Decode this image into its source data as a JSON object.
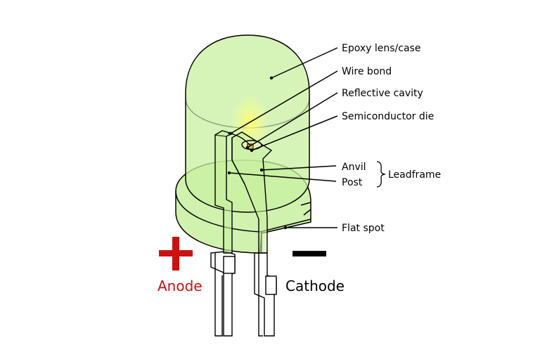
{
  "labels": {
    "epoxy": "Epoxy lens/case",
    "wire_bond": "Wire bond",
    "reflective_cavity": "Reflective cavity",
    "semiconductor_die": "Semiconductor die",
    "anvil": "Anvil",
    "post": "Post",
    "leadframe": "Leadframe",
    "flat_spot": "Flat spot"
  },
  "terminals": {
    "anode": "Anode",
    "cathode": "Cathode"
  },
  "colors": {
    "epoxy_fill": "#c8f0a0",
    "anode": "#cc1111",
    "cathode": "#000000",
    "outline": "#000000",
    "glow": "#ffff88"
  }
}
